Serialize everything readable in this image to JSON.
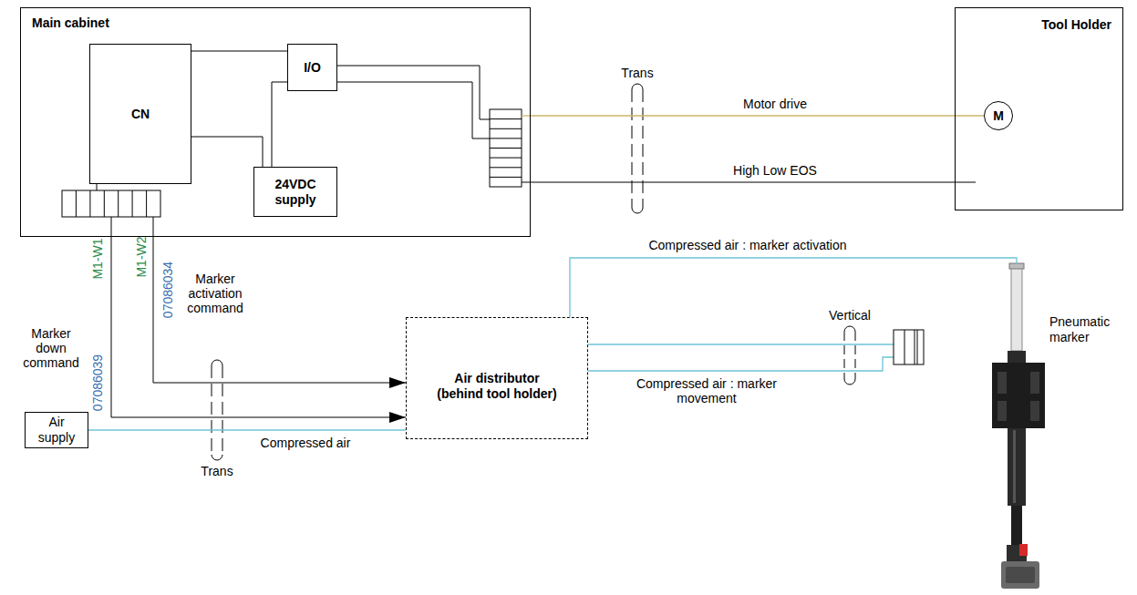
{
  "diagram": {
    "nodes": [
      {
        "text": [
          "Main cabinet"
        ]
      },
      {
        "text": [
          "CN"
        ],
        "in": 0
      },
      {
        "text": [
          "I/O"
        ],
        "in": 0
      },
      {
        "text": [
          "24VDC supply"
        ],
        "in": 0
      },
      {
        "text": [
          "Tool Holder"
        ]
      },
      {
        "text": [
          "M"
        ],
        "in": 4
      },
      {
        "text": [
          "Air supply"
        ]
      },
      {
        "text": [
          "Air distributor (behind tool holder)"
        ]
      },
      {
        "text": [
          "Pneumatic marker"
        ]
      }
    ],
    "edges": [
      {
        "from": 1,
        "to": 2,
        "arrow": "none"
      },
      {
        "from": 1,
        "to": 3,
        "arrow": "none"
      },
      {
        "from": 2,
        "to": 3,
        "arrow": "none"
      },
      {
        "from": 0,
        "to": 5,
        "label": "Motor drive",
        "arrow": "none"
      },
      {
        "from": 0,
        "to": 4,
        "label": "High Low EOS",
        "arrow": "none"
      },
      {
        "from": 0,
        "to": 7,
        "label": "Marker activation command",
        "arrow": "to"
      },
      {
        "from": 0,
        "to": 7,
        "label": "Marker down command",
        "arrow": "to"
      },
      {
        "from": 6,
        "to": 7,
        "label": "Compressed air",
        "arrow": "none"
      },
      {
        "from": 7,
        "to": 8,
        "label": "Compressed air : marker activation",
        "arrow": "none"
      }
    ],
    "labels": [
      "M1-W1",
      "07086039",
      "M1-W2",
      "07086034",
      "Trans",
      "Trans",
      "Vertical",
      "Compressed air : marker movement"
    ]
  }
}
